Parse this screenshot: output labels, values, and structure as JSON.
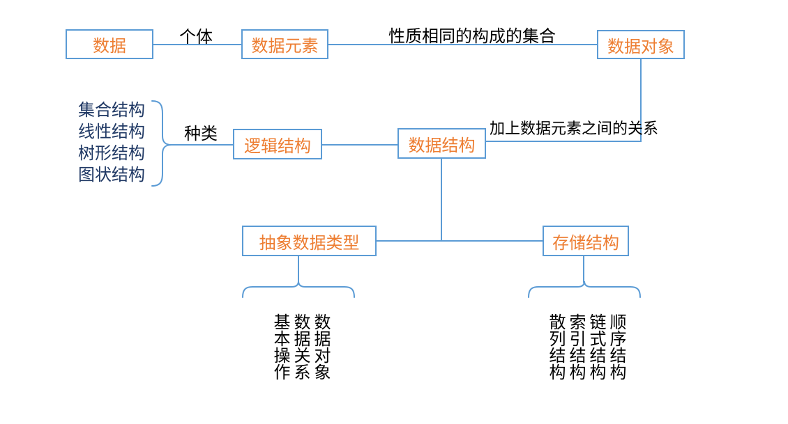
{
  "diagram": {
    "nodes": {
      "data": "数据",
      "data_element": "数据元素",
      "data_object": "数据对象",
      "logical_structure": "逻辑结构",
      "data_structure": "数据结构",
      "abstract_data_type": "抽象数据类型",
      "storage_structure": "存储结构"
    },
    "edge_labels": {
      "individual": "个体",
      "same_property_set": "性质相同的构成的集合",
      "kinds": "种类",
      "plus_relations": "加上数据元素之间的关系"
    },
    "logical_kinds": [
      "集合结构",
      "线性结构",
      "树形结构",
      "图状结构"
    ],
    "adt_components": [
      "基本操作",
      "数据关系",
      "数据对象"
    ],
    "storage_kinds": [
      "散列结构",
      "索引结构",
      "链式结构",
      "顺序结构"
    ]
  },
  "colors": {
    "box_border": "#5B9BD5",
    "box_text": "#ED7D31",
    "connector": "#5B9BD5",
    "label_text": "#000000",
    "kinds_list_text": "#1F3864",
    "background": "#FFFFFF"
  }
}
